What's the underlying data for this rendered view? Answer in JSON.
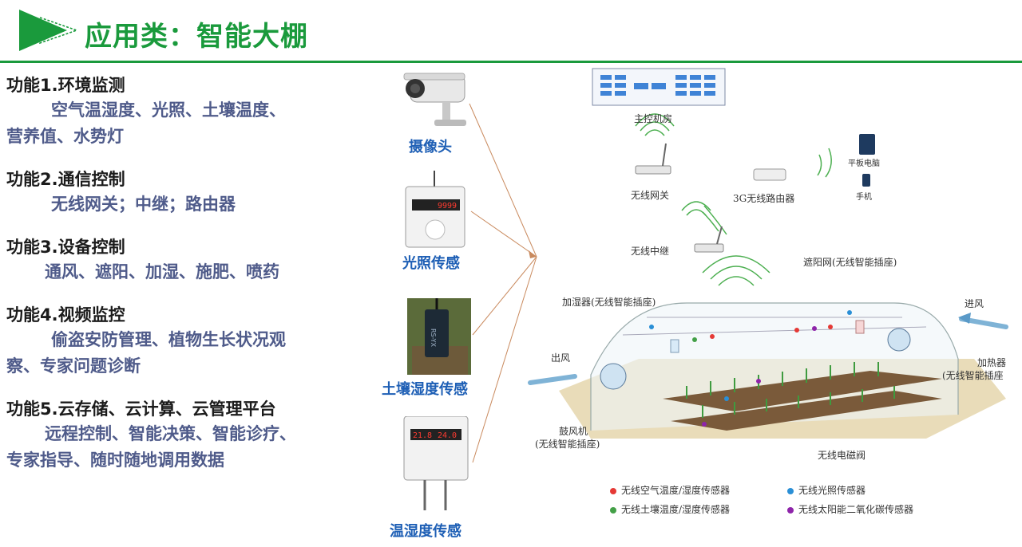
{
  "header": {
    "title": "应用类：智能大棚"
  },
  "features": [
    {
      "title": "功能1.环境监测",
      "desc": [
        "空气温湿度、光照、土壤温度、",
        "营养值、水势灯"
      ]
    },
    {
      "title": "功能2.通信控制",
      "desc": [
        "无线网关；中继；路由器"
      ]
    },
    {
      "title": "功能3.设备控制",
      "desc": [
        "通风、遮阳、加湿、施肥、喷药"
      ]
    },
    {
      "title": "功能4.视频监控",
      "desc": [
        "偷盗安防管理、植物生长状况观",
        "察、专家问题诊断"
      ]
    },
    {
      "title": "功能5.云存储、云计算、云管理平台",
      "desc": [
        "远程控制、智能决策、智能诊疗、",
        "专家指导、随时随地调用数据"
      ]
    }
  ],
  "devices": {
    "camera": "摄像头",
    "light_sensor": "光照传感",
    "soil_sensor": "土壤湿度传感",
    "temp_humidity_sensor": "温湿度传感"
  },
  "device_readouts": {
    "light_display": "9999",
    "th_display_left": "21.8",
    "th_display_right": "24.0",
    "soil_sensor_text": "RS-YX"
  },
  "diagram": {
    "control_room": "主控机房",
    "wireless_gateway": "无线网关",
    "router_3g": "3G无线路由器",
    "tablet": "平板电脑",
    "phone": "手机",
    "relay": "无线中继",
    "shade_net": "遮阳网(无线智能插座)",
    "humidifier": "加湿器(无线智能插座)",
    "air_in": "进风",
    "air_out": "出风",
    "heater_1": "加热器",
    "heater_2": "(无线智能插座",
    "fan_1": "鼓风机",
    "fan_2": "(无线智能插座)",
    "valve": "无线电磁阀",
    "legend": [
      {
        "label": "无线空气温度/湿度传感器",
        "color": "#e53935"
      },
      {
        "label": "无线光照传感器",
        "color": "#2a8fd6"
      },
      {
        "label": "无线土壤温度/湿度传感器",
        "color": "#43a047"
      },
      {
        "label": "无线太阳能二氧化碳传感器",
        "color": "#8e24aa"
      }
    ]
  },
  "colors": {
    "accent": "#1a9a3c",
    "desc": "#4f5b8a",
    "device_label": "#1e5fb5"
  }
}
